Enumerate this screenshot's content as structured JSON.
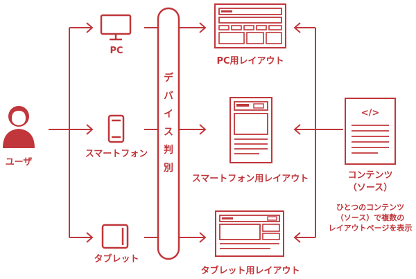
{
  "colors": {
    "accent": "#c0363a",
    "light": "#ffffff"
  },
  "nodes": {
    "user": {
      "label": "ユーザ",
      "icon": "user-icon"
    },
    "pc": {
      "label": "PC",
      "icon": "monitor-icon"
    },
    "smartphone": {
      "label": "スマートフォン",
      "icon": "smartphone-icon"
    },
    "tablet": {
      "label": "タブレット",
      "icon": "tablet-icon"
    },
    "detector": {
      "label_chars": [
        "デ",
        "バ",
        "イ",
        "ス",
        "判",
        "別"
      ]
    },
    "pc_layout": {
      "label": "PC用レイアウト",
      "icon": "layout-wide-icon"
    },
    "sp_layout": {
      "label": "スマートフォン用レイアウト",
      "icon": "layout-narrow-icon"
    },
    "tablet_layout": {
      "label": "タブレット用レイアウト",
      "icon": "layout-wide-icon"
    },
    "content": {
      "label_line1": "コンテンツ",
      "label_line2": "（ソース）",
      "icon": "code-document-icon",
      "code_glyph": "</>"
    },
    "note": {
      "lines": [
        "ひとつのコンテンツ",
        "（ソース）で複数の",
        "レイアウトページを表示"
      ]
    }
  }
}
